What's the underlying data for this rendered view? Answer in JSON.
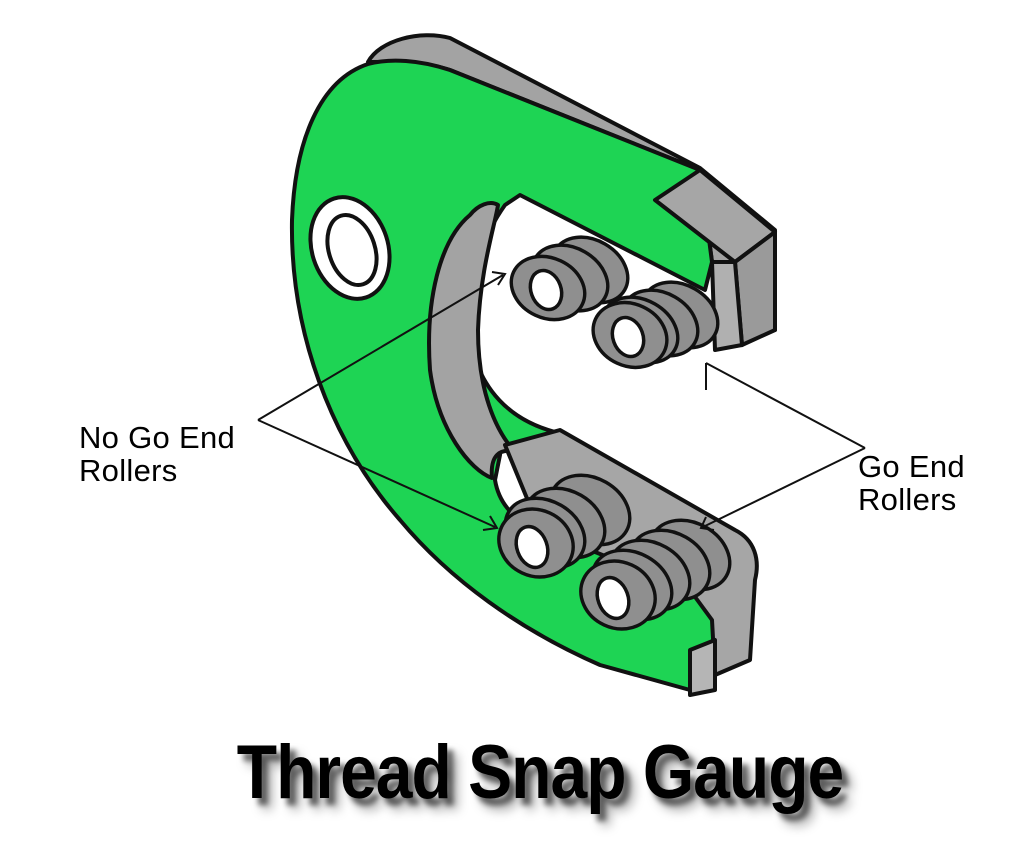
{
  "diagram": {
    "title": "Thread Snap Gauge",
    "subject": "thread-snap-gauge",
    "colors": {
      "body_face": "#1ed454",
      "body_edge": "#a3a3a3",
      "roller": "#8f8f8f",
      "outline": "#111111",
      "background": "#ffffff"
    },
    "callouts": [
      {
        "id": "no-go",
        "lines": [
          "No Go End",
          "Rollers"
        ],
        "targets": [
          "upper-left-roller",
          "lower-left-roller"
        ]
      },
      {
        "id": "go",
        "lines": [
          "Go End",
          "Rollers"
        ],
        "targets": [
          "upper-right-roller",
          "lower-right-roller"
        ]
      }
    ]
  }
}
